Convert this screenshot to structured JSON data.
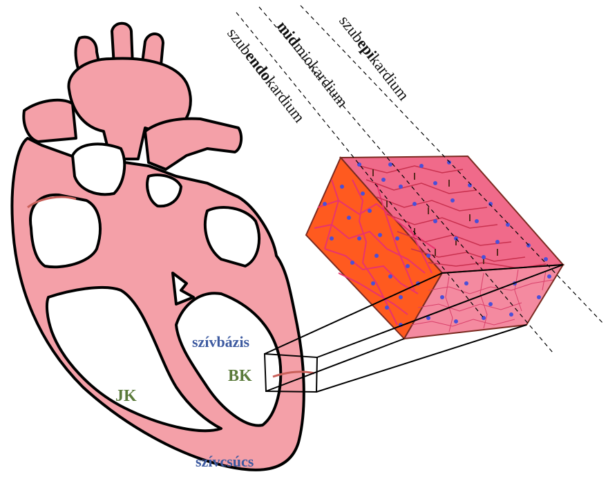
{
  "labels": {
    "base": "szívbázis",
    "apex": "szívcsúcs",
    "left_ventricle": "BK",
    "right_ventricle": "JK"
  },
  "layers": {
    "endo": {
      "pre": "szub",
      "bold": "endo",
      "post": "kardium"
    },
    "mid": {
      "pre": "",
      "bold": "mid",
      "post": "miokardium"
    },
    "epi": {
      "pre": "szub",
      "bold": "epi",
      "post": "kardium"
    }
  },
  "colors": {
    "heart_fill": "#f4a0a8",
    "heart_outline": "#000000",
    "endo_face": "#ff5a1f",
    "cell_border": "#e8336e",
    "tissue_fill": "#f06a8a",
    "nucleus": "#4a4fd8",
    "label_blue": "#3d5aa0",
    "label_green": "#5a7a3a"
  }
}
